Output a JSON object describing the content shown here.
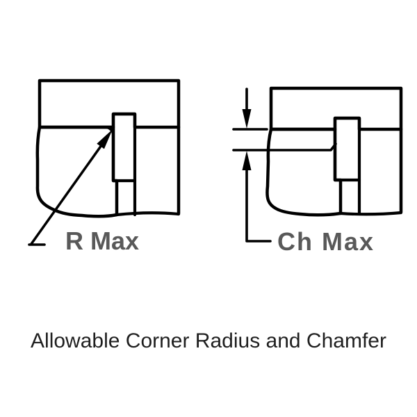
{
  "caption": {
    "text": "Allowable Corner Radius and Chamfer"
  },
  "figures": {
    "radius": {
      "label": "R Max",
      "annotation": "leader-arrow-pointing-to-corner-radius"
    },
    "chamfer": {
      "label": "Ch Max",
      "annotation": "vertical-dimension-arrows-for-chamfer-height"
    }
  },
  "colors": {
    "line": "#000000",
    "label": "#595959",
    "caption_text": "#1f1f1f",
    "background": "#ffffff"
  }
}
